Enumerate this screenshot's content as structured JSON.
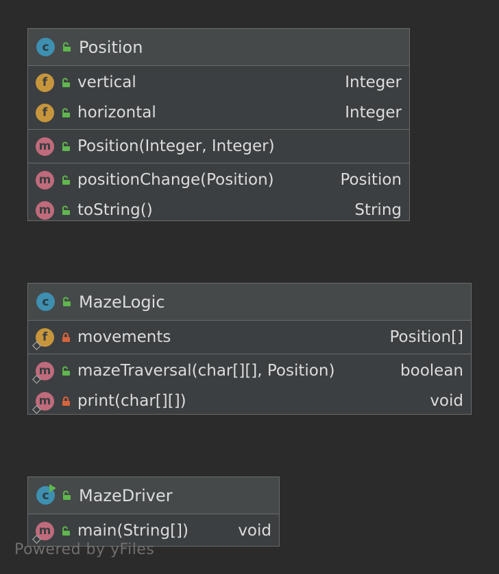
{
  "diagram": {
    "classes": [
      {
        "kind_icon": "class-icon",
        "name": "Position",
        "fields": [
          {
            "name": "vertical",
            "type": "Integer",
            "visibility": "public"
          },
          {
            "name": "horizontal",
            "type": "Integer",
            "visibility": "public"
          }
        ],
        "constructors": [
          {
            "name": "Position(Integer, Integer)",
            "type": "",
            "visibility": "public"
          }
        ],
        "methods": [
          {
            "name": "positionChange(Position)",
            "type": "Position",
            "visibility": "public"
          },
          {
            "name": "toString()",
            "type": "String",
            "visibility": "public"
          }
        ]
      },
      {
        "kind_icon": "class-icon",
        "name": "MazeLogic",
        "fields": [
          {
            "name": "movements",
            "type": "Position[]",
            "visibility": "private",
            "static": true
          }
        ],
        "methods": [
          {
            "name": "mazeTraversal(char[][], Position)",
            "type": "boolean",
            "visibility": "public",
            "static": true
          },
          {
            "name": "print(char[][])",
            "type": "void",
            "visibility": "private",
            "static": true
          }
        ]
      },
      {
        "kind_icon": "runnable-class-icon",
        "name": "MazeDriver",
        "methods": [
          {
            "name": "main(String[])",
            "type": "void",
            "visibility": "public",
            "static": true
          }
        ]
      }
    ],
    "badges": {
      "class": "c",
      "field": "f",
      "method": "m"
    },
    "colors": {
      "background": "#2b2b2b",
      "box": "#3c3f41",
      "class_badge": "#3e8fb0",
      "field_badge": "#c7963c",
      "method_badge": "#c06b7c",
      "public_lock": "#5fb84d",
      "private_lock": "#d9643a"
    }
  },
  "watermark": "Powered by yFiles"
}
